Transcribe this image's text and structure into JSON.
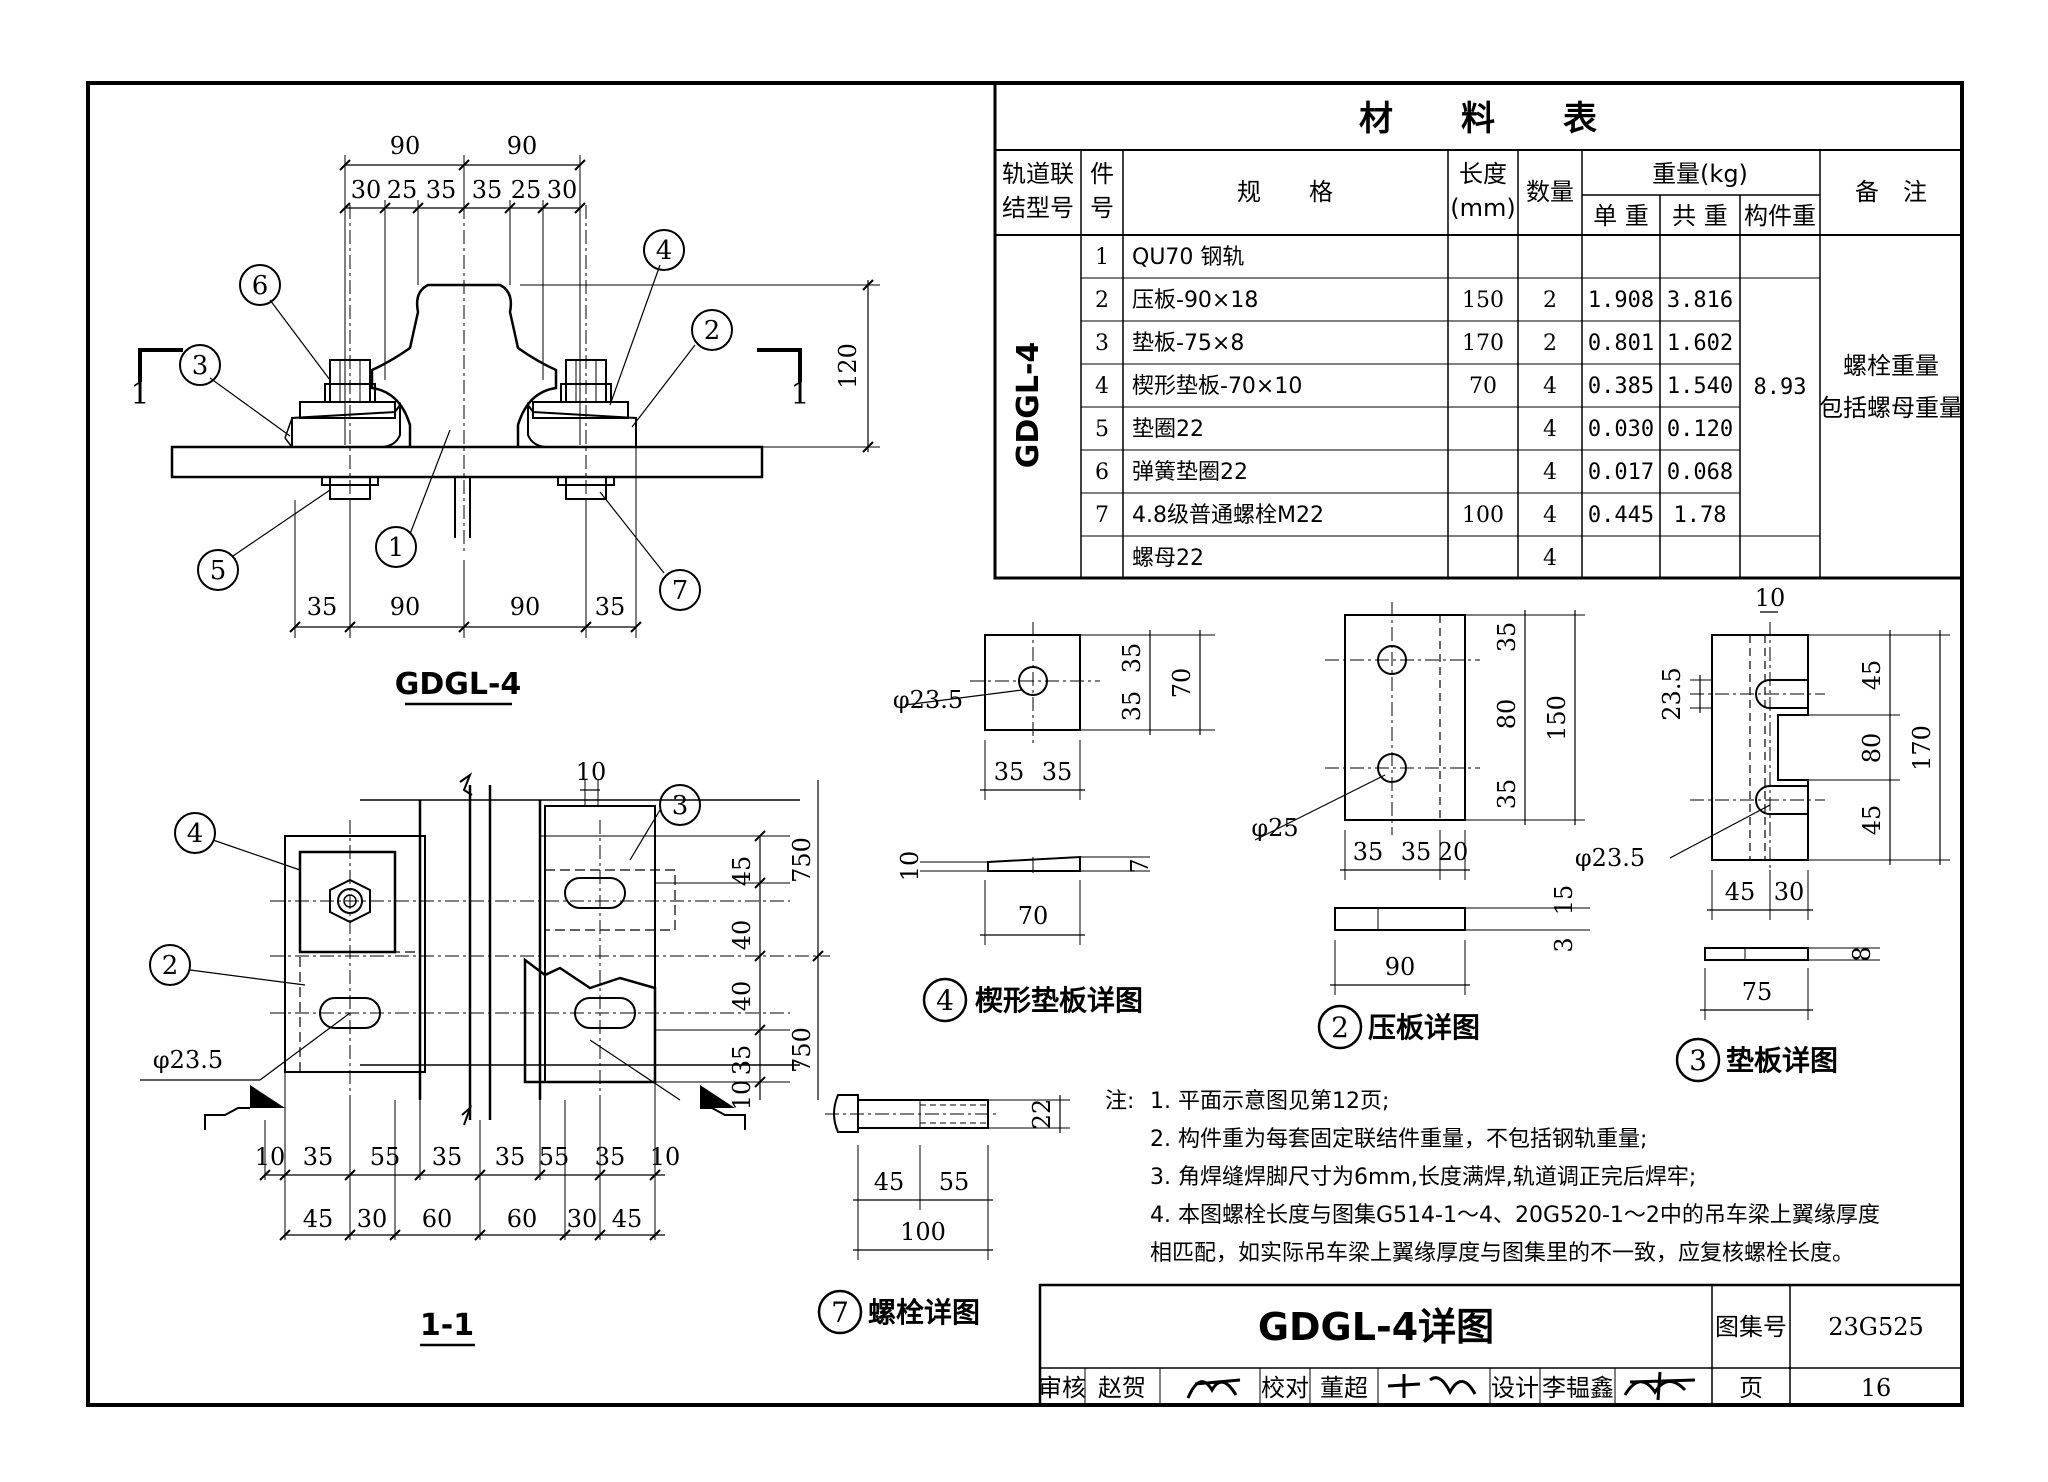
{
  "table": {
    "title": "材　　料　　表",
    "headers": {
      "type_no": [
        "轨道联",
        "结型号"
      ],
      "part_no": [
        "件",
        "号"
      ],
      "spec": "规　　格",
      "length": [
        "长度",
        "(mm)"
      ],
      "qty": "数量",
      "weight": "重量(kg)",
      "unit": "单 重",
      "total": "共 重",
      "member": "构件重",
      "remark": "备　注"
    },
    "type_code": "GDGL-4",
    "member_weight": "8.93",
    "remark_lines": [
      "螺栓重量",
      "包括螺母重量"
    ],
    "rows": [
      {
        "no": "1",
        "spec": "QU70 钢轨",
        "len": "",
        "qty": "",
        "unit": "",
        "total": ""
      },
      {
        "no": "2",
        "spec": "压板-90×18",
        "len": "150",
        "qty": "2",
        "unit": "1.908",
        "total": "3.816"
      },
      {
        "no": "3",
        "spec": "垫板-75×8",
        "len": "170",
        "qty": "2",
        "unit": "0.801",
        "total": "1.602"
      },
      {
        "no": "4",
        "spec": "楔形垫板-70×10",
        "len": "70",
        "qty": "4",
        "unit": "0.385",
        "total": "1.540"
      },
      {
        "no": "5",
        "spec": "垫圈22",
        "len": "",
        "qty": "4",
        "unit": "0.030",
        "total": "0.120"
      },
      {
        "no": "6",
        "spec": "弹簧垫圈22",
        "len": "",
        "qty": "4",
        "unit": "0.017",
        "total": "0.068"
      },
      {
        "no": "7",
        "spec": "4.8级普通螺栓M22",
        "len": "100",
        "qty": "4",
        "unit": "0.445",
        "total": "1.78"
      },
      {
        "no": "",
        "spec": "螺母22",
        "len": "",
        "qty": "4",
        "unit": "",
        "total": ""
      }
    ]
  },
  "elevation": {
    "caption": "GDGL-4",
    "dims_top": [
      "90",
      "90"
    ],
    "dims_top_sub": [
      "30",
      "25",
      "35",
      "35",
      "25",
      "30"
    ],
    "dims_bottom": [
      "35",
      "90",
      "90",
      "35"
    ],
    "dim_height": "120",
    "section_mark": "1",
    "balloons": [
      "1",
      "2",
      "3",
      "4",
      "5",
      "6",
      "7"
    ]
  },
  "section": {
    "caption": "1-1",
    "dims_bottom_row1": [
      "10",
      "35",
      "55",
      "35",
      "35",
      "55",
      "35",
      "10"
    ],
    "dims_bottom_row2": [
      "45",
      "30",
      "60",
      "60",
      "30",
      "45"
    ],
    "dims_right": [
      "45",
      "40",
      "40",
      "35",
      "10"
    ],
    "dims_top": "10",
    "dims_span": [
      "750",
      "750"
    ],
    "hole_label": "φ23.5",
    "balloons": [
      "4",
      "2",
      "3"
    ]
  },
  "details": {
    "wedge": {
      "caption": "楔形垫板详图",
      "num": "4",
      "hole": "φ23.5",
      "dims_v": [
        "35",
        "35"
      ],
      "dim_total": "70",
      "dims_h": [
        "35",
        "35"
      ],
      "plan_w": "70",
      "th_left": "10",
      "th_right": "7"
    },
    "clamp": {
      "caption": "压板详图",
      "num": "2",
      "hole": "φ25",
      "dims_v": [
        "35",
        "80",
        "35"
      ],
      "dim_total": "150",
      "dims_h": [
        "35",
        "35",
        "20"
      ],
      "plan_w": "90",
      "th": [
        "15",
        "3"
      ]
    },
    "pad": {
      "caption": "垫板详图",
      "num": "3",
      "hole": "φ23.5",
      "dims_v": [
        "45",
        "80",
        "45"
      ],
      "dim_total": "170",
      "dims_h": [
        "45",
        "30"
      ],
      "top": "10",
      "slot": "23.5",
      "plan_w": "75",
      "th": "8"
    },
    "bolt": {
      "caption": "螺栓详图",
      "num": "7",
      "dims": [
        "45",
        "55"
      ],
      "total": "100",
      "dia": "22"
    }
  },
  "notes": {
    "label": "注:",
    "items": [
      "1.  平面示意图见第12页;",
      "2.  构件重为每套固定联结件重量，不包括钢轨重量;",
      "3.  角焊缝焊脚尺寸为6mm,长度满焊,轨道调正完后焊牢;",
      "4.  本图螺栓长度与图集G514-1～4、20G520-1～2中的吊车梁上翼缘厚度",
      "     相匹配，如实际吊车梁上翼缘厚度与图集里的不一致，应复核螺栓长度。"
    ]
  },
  "title_block": {
    "title": "GDGL-4详图",
    "atlas_label": "图集号",
    "atlas_no": "23G525",
    "page_label": "页",
    "page_no": "16",
    "review_label": "审核",
    "reviewer": "赵贺",
    "check_label": "校对",
    "checker": "董超",
    "design_label": "设计",
    "designer": "李韫鑫"
  }
}
